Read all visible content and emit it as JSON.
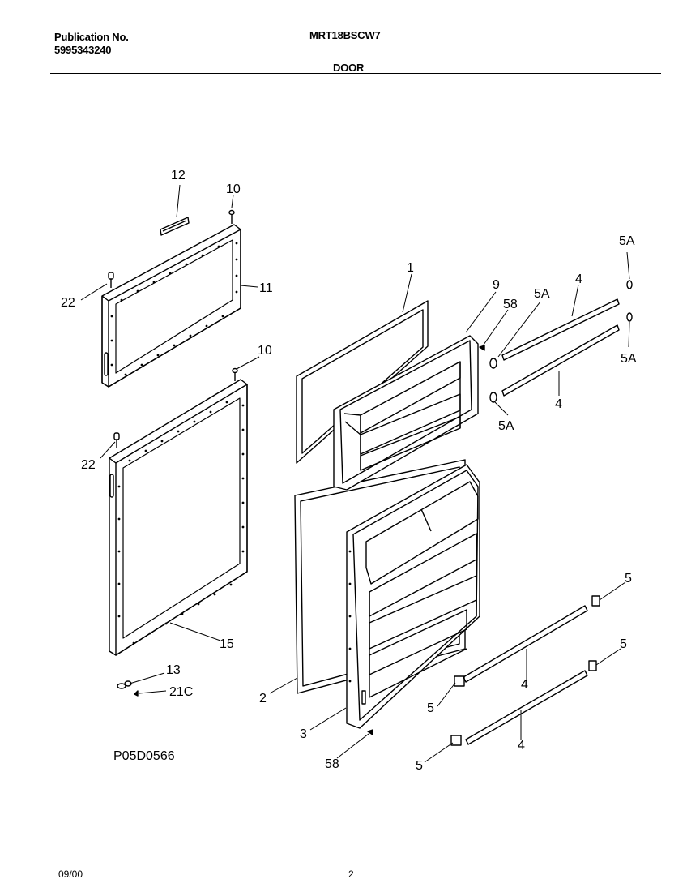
{
  "header": {
    "publication_label": "Publication No.",
    "publication_number": "5995343240",
    "model": "MRT18BSCW7",
    "section": "DOOR"
  },
  "figure_id": "P05D0566",
  "footer": {
    "date": "09/00",
    "page": "2"
  },
  "callouts": {
    "c1": "1",
    "c2": "2",
    "c3": "3",
    "c4a": "4",
    "c4b": "4",
    "c4c": "4",
    "c4d": "4",
    "c5a": "5",
    "c5b": "5",
    "c5c": "5",
    "c5d": "5",
    "c5A_a": "5A",
    "c5A_b": "5A",
    "c5A_c": "5A",
    "c5A_d": "5A",
    "c9": "9",
    "c10a": "10",
    "c10b": "10",
    "c11": "11",
    "c12": "12",
    "c13": "13",
    "c15": "15",
    "c21C": "21C",
    "c22a": "22",
    "c22b": "22",
    "c58a": "58",
    "c58b": "58"
  }
}
